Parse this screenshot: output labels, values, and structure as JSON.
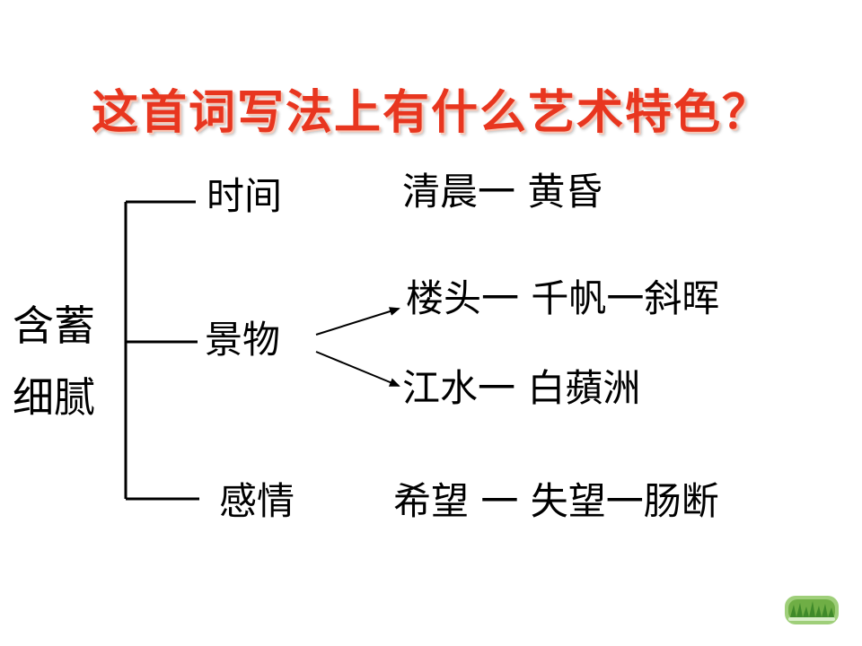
{
  "title": "这首词写法上有什么艺术特色？",
  "root": {
    "line1": "含蓄",
    "line2": "细腻"
  },
  "branches": {
    "time": {
      "label": "时间",
      "content": "清晨一 黄昏"
    },
    "scene": {
      "label": "景物",
      "items": [
        "楼头一 千帆一斜晖",
        "江水一 白蘋洲"
      ]
    },
    "emotion": {
      "label": "感情",
      "content": "希望 一 失望一肠断"
    }
  },
  "colors": {
    "title": "#e8361f",
    "text": "#000000",
    "background": "#ffffff"
  },
  "icons": [
    "grass-logo-icon"
  ]
}
